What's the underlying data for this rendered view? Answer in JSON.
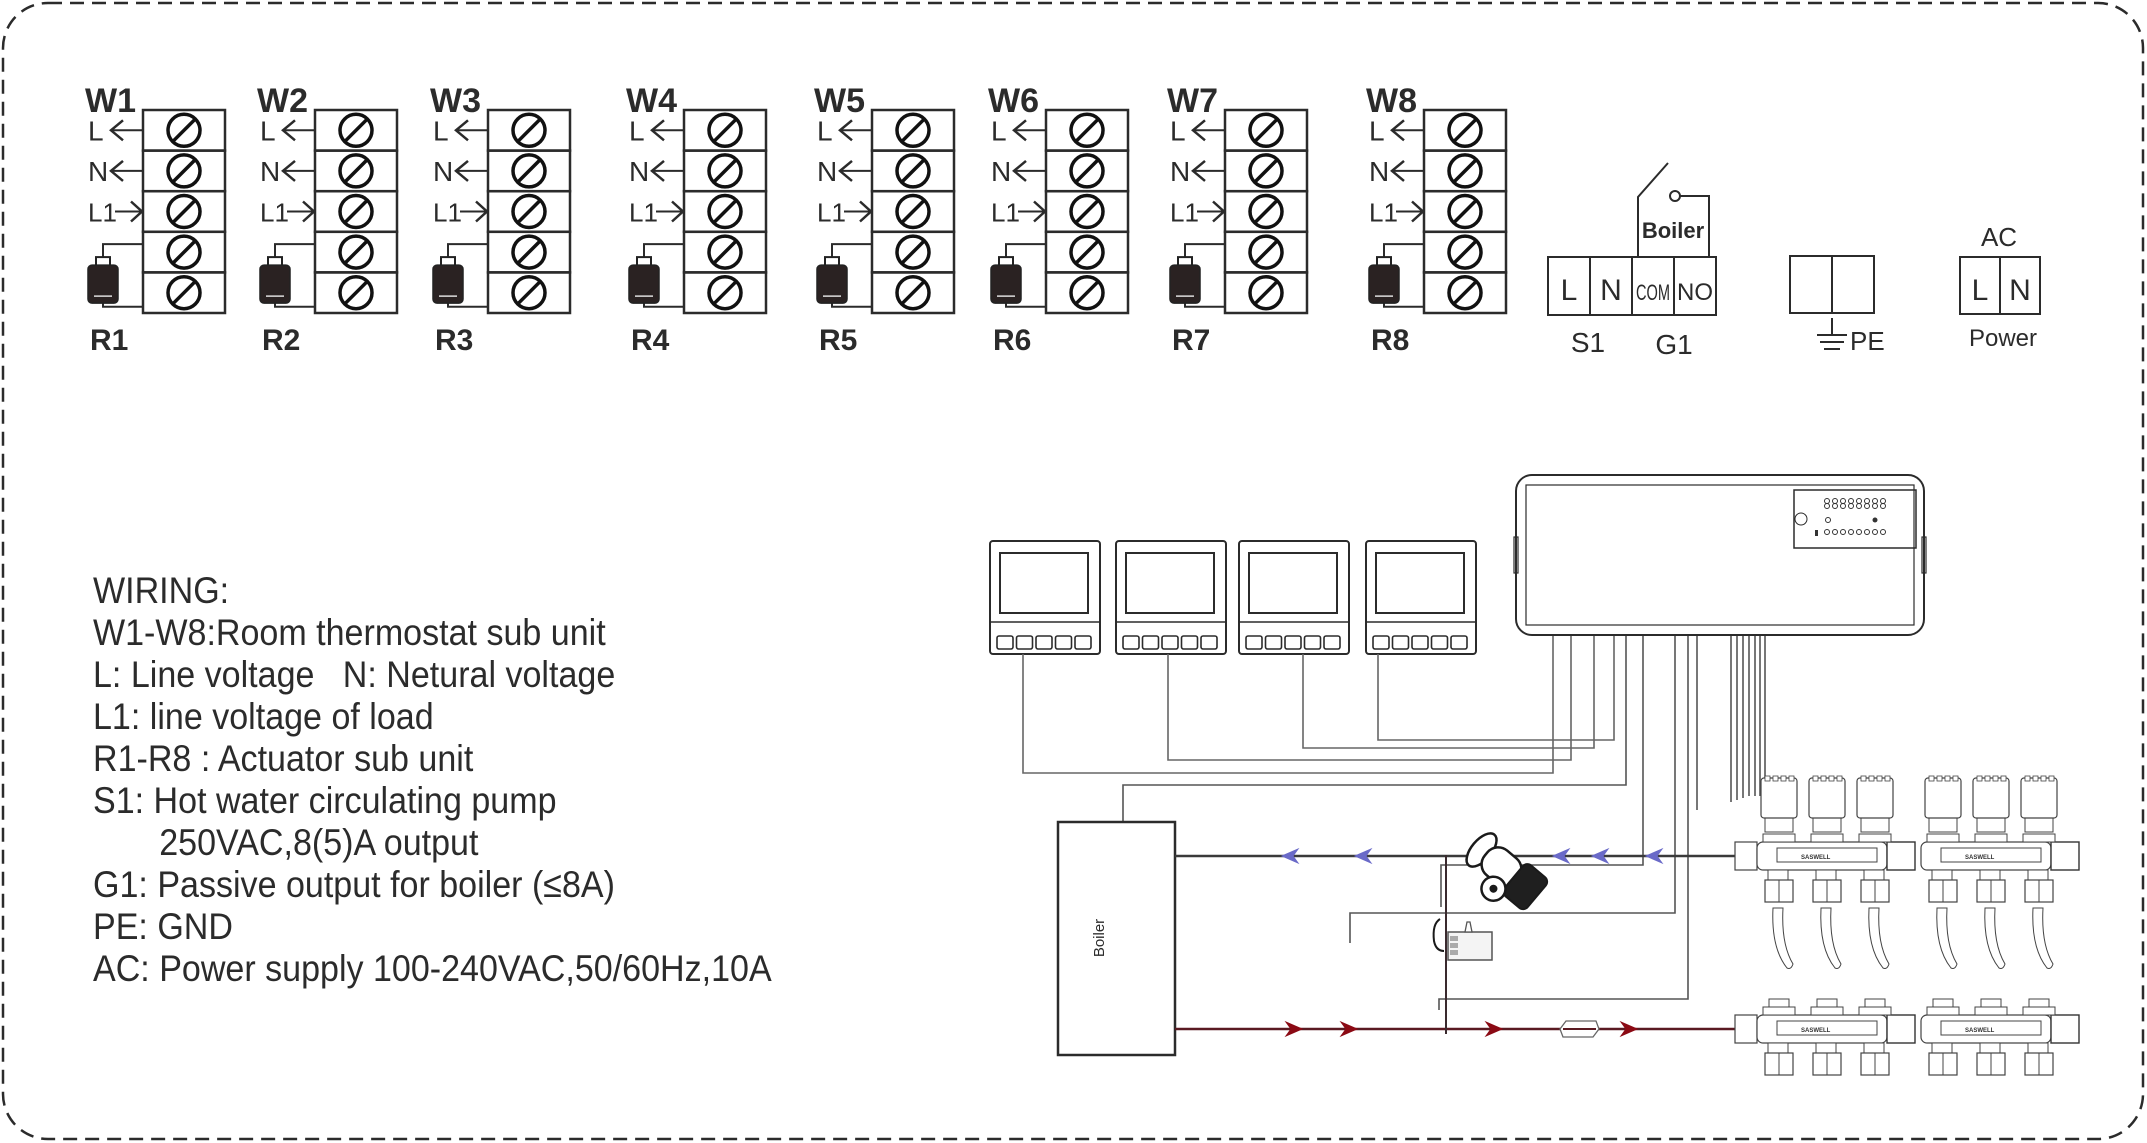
{
  "diagram": {
    "type": "wiring-diagram",
    "colors": {
      "line": "#2b2b2b",
      "wire": "#555555",
      "return_arrow": "#6a6ac8",
      "flow_arrow": "#8b0a14",
      "flow_pipe": "#5a1a22"
    },
    "thermostats": [
      {
        "id": "W1",
        "actuator": "R1"
      },
      {
        "id": "W2",
        "actuator": "R2"
      },
      {
        "id": "W3",
        "actuator": "R3"
      },
      {
        "id": "W4",
        "actuator": "R4"
      },
      {
        "id": "W5",
        "actuator": "R5"
      },
      {
        "id": "W6",
        "actuator": "R6"
      },
      {
        "id": "W7",
        "actuator": "R7"
      },
      {
        "id": "W8",
        "actuator": "R8"
      }
    ],
    "terminal_pins": [
      "L",
      "N",
      "L1"
    ],
    "s1_block": {
      "pins": [
        "L",
        "N"
      ],
      "label": "S1"
    },
    "g1_block": {
      "pins": [
        "COM",
        "NO"
      ],
      "label": "G1",
      "relay_label": "Boiler"
    },
    "pe_block": {
      "label": "PE"
    },
    "power_block": {
      "pins": [
        "L",
        "N"
      ],
      "top_label": "AC",
      "bottom_label": "Power"
    },
    "boiler_label": "Boiler",
    "manifold_brand": "SASWELL"
  },
  "legend": {
    "title": "WIRING:",
    "lines": [
      "W1-W8:Room thermostat sub unit",
      "L: Line voltage   N: Netural voltage",
      "L1: line voltage of load",
      "R1-R8 : Actuator sub unit",
      "S1: Hot water circulating pump",
      "250VAC,8(5)A output",
      "G1: Passive output for boiler (≤8A)",
      "PE: GND",
      "AC: Power supply 100-240VAC,50/60Hz,10A"
    ]
  }
}
